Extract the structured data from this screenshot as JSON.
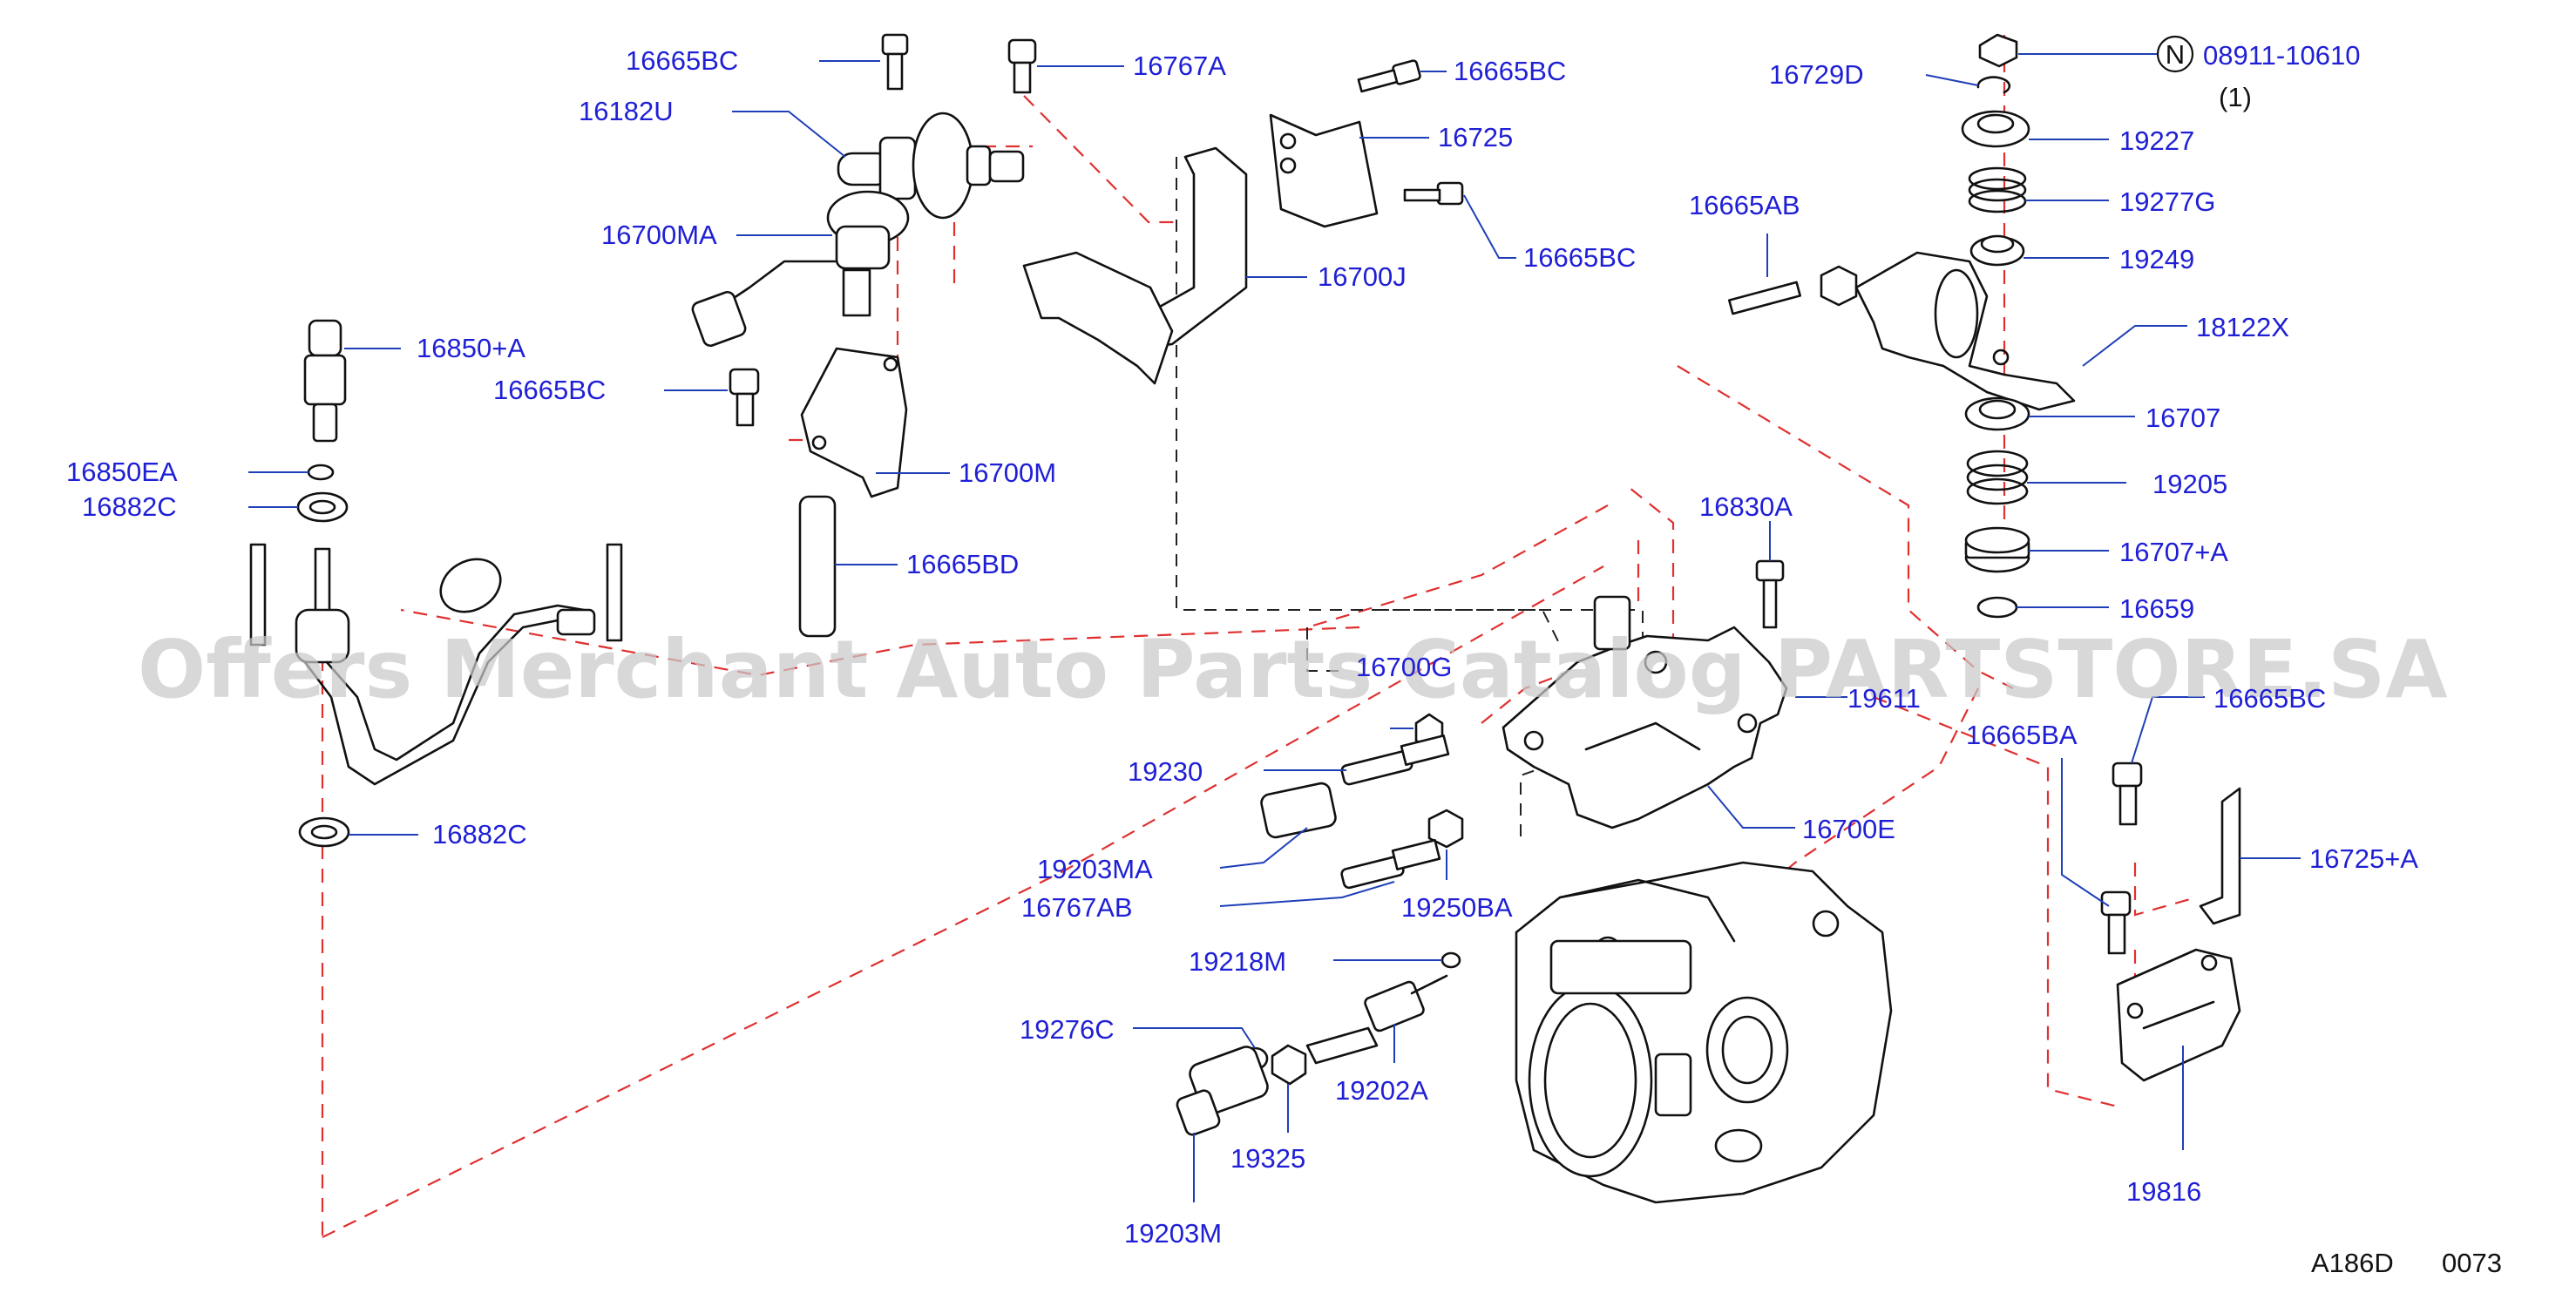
{
  "labels": {
    "l16665BC_a": "16665BC",
    "l16767A": "16767A",
    "l16665BC_b": "16665BC",
    "l16182U": "16182U",
    "l16725": "16725",
    "l16700MA": "16700MA",
    "l16665BC_c": "16665BC",
    "l16700J": "16700J",
    "l16850A": "16850+A",
    "l16665BC_d": "16665BC",
    "l16850EA": "16850EA",
    "l16882C_a": "16882C",
    "l16700M": "16700M",
    "l16665BD": "16665BD",
    "l16882C_b": "16882C",
    "l16729D": "16729D",
    "l08911": "08911-10610",
    "l19227": "19227",
    "l19277G": "19277G",
    "l16665AB": "16665AB",
    "l19249": "19249",
    "l18122X": "18122X",
    "l16707": "16707",
    "l19205": "19205",
    "l16830A": "16830A",
    "l16707A": "16707+A",
    "l16659": "16659",
    "l16700G": "16700G",
    "l19611": "19611",
    "l16665BC_e": "16665BC",
    "l16665BA": "16665BA",
    "l19230": "19230",
    "l16700E": "16700E",
    "l16725A": "16725+A",
    "l19203MA": "19203MA",
    "l16767AB": "16767AB",
    "l19250BA": "19250BA",
    "l19218M": "19218M",
    "l19276C": "19276C",
    "l19202A": "19202A",
    "l19325": "19325",
    "l19816": "19816",
    "l19203M": "19203M"
  },
  "qty_note": "(1)",
  "n_badge": "N",
  "diagram_code": "A186D",
  "diagram_page": "0073",
  "watermark": "Offers Merchant Auto Parts Catalog PARTSTORE.SA",
  "colors": {
    "label": "#1f1fd6",
    "leader": "#1f3fb8",
    "dashed_guide": "#e03030",
    "outline": "#111111",
    "watermark": "#c9c9c9"
  }
}
